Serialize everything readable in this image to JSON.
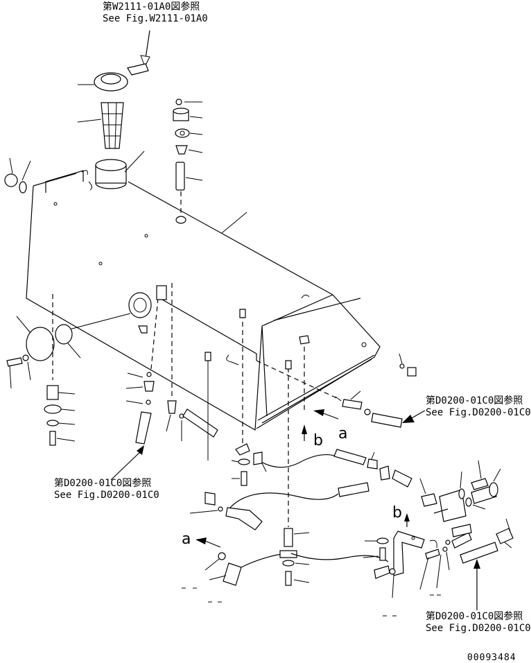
{
  "references": {
    "top_jp": "第W2111-01A0図参照",
    "top_en": "See Fig.W2111-01A0",
    "right_jp": "第D0200-01C0図参照",
    "right_en": "See Fig.D0200-01C0",
    "left_jp": "第D0200-01C0図参照",
    "left_en": "See Fig.D0200-01C0",
    "bottom_jp": "第D0200-01C0図参照",
    "bottom_en": "See Fig.D0200-01C0"
  },
  "labels": {
    "a_right": "a",
    "b_center": "b",
    "b_bracket": "b",
    "a_left": "a"
  },
  "drawing_number": "00093484"
}
